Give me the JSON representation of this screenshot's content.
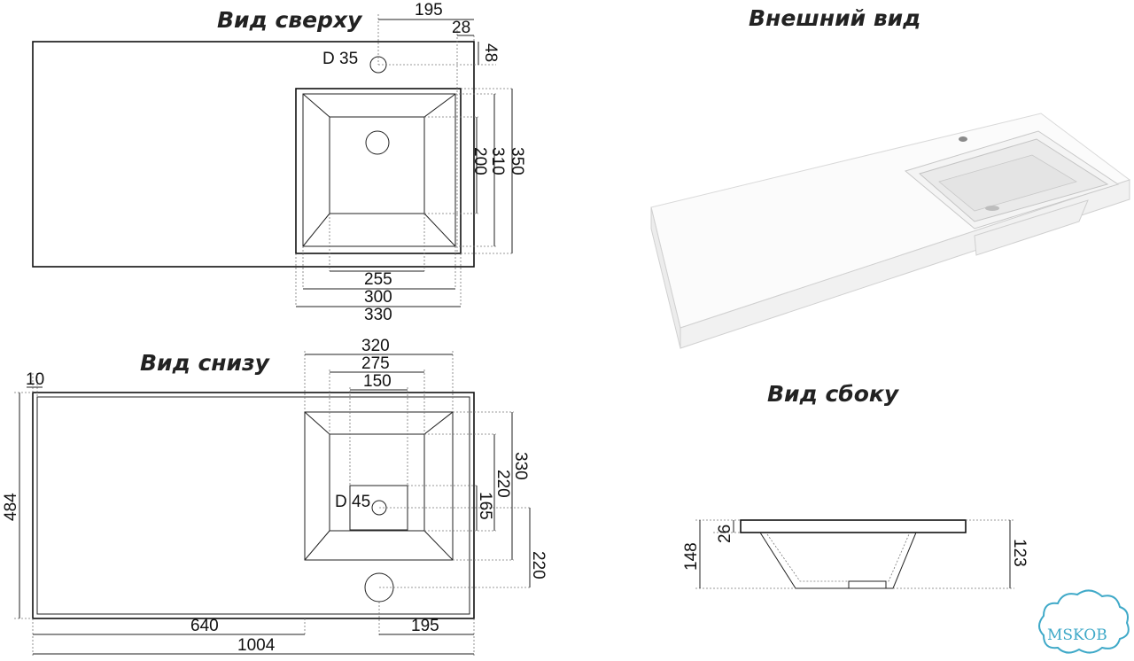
{
  "titles": {
    "top_view": "Вид сверху",
    "exterior": "Внешний вид",
    "bottom_view": "Вид снизу",
    "side_view": "Вид сбоку"
  },
  "top_dims": {
    "w195": "195",
    "w28": "28",
    "h48": "48",
    "d35": "D 35",
    "h200": "200",
    "h310": "310",
    "h350": "350",
    "w255": "255",
    "w300": "300",
    "w330": "330"
  },
  "bottom_dims": {
    "w10": "10",
    "w320": "320",
    "w275": "275",
    "w150": "150",
    "h484": "484",
    "h330": "330",
    "h220": "220",
    "h165": "165",
    "d45": "D 45",
    "h220b": "220",
    "w640": "640",
    "w195": "195",
    "w1004": "1004"
  },
  "side_dims": {
    "h148": "148",
    "h26": "26",
    "h123": "123"
  },
  "logo": {
    "text": "MSKOB",
    "color": "#3fa9c8"
  }
}
